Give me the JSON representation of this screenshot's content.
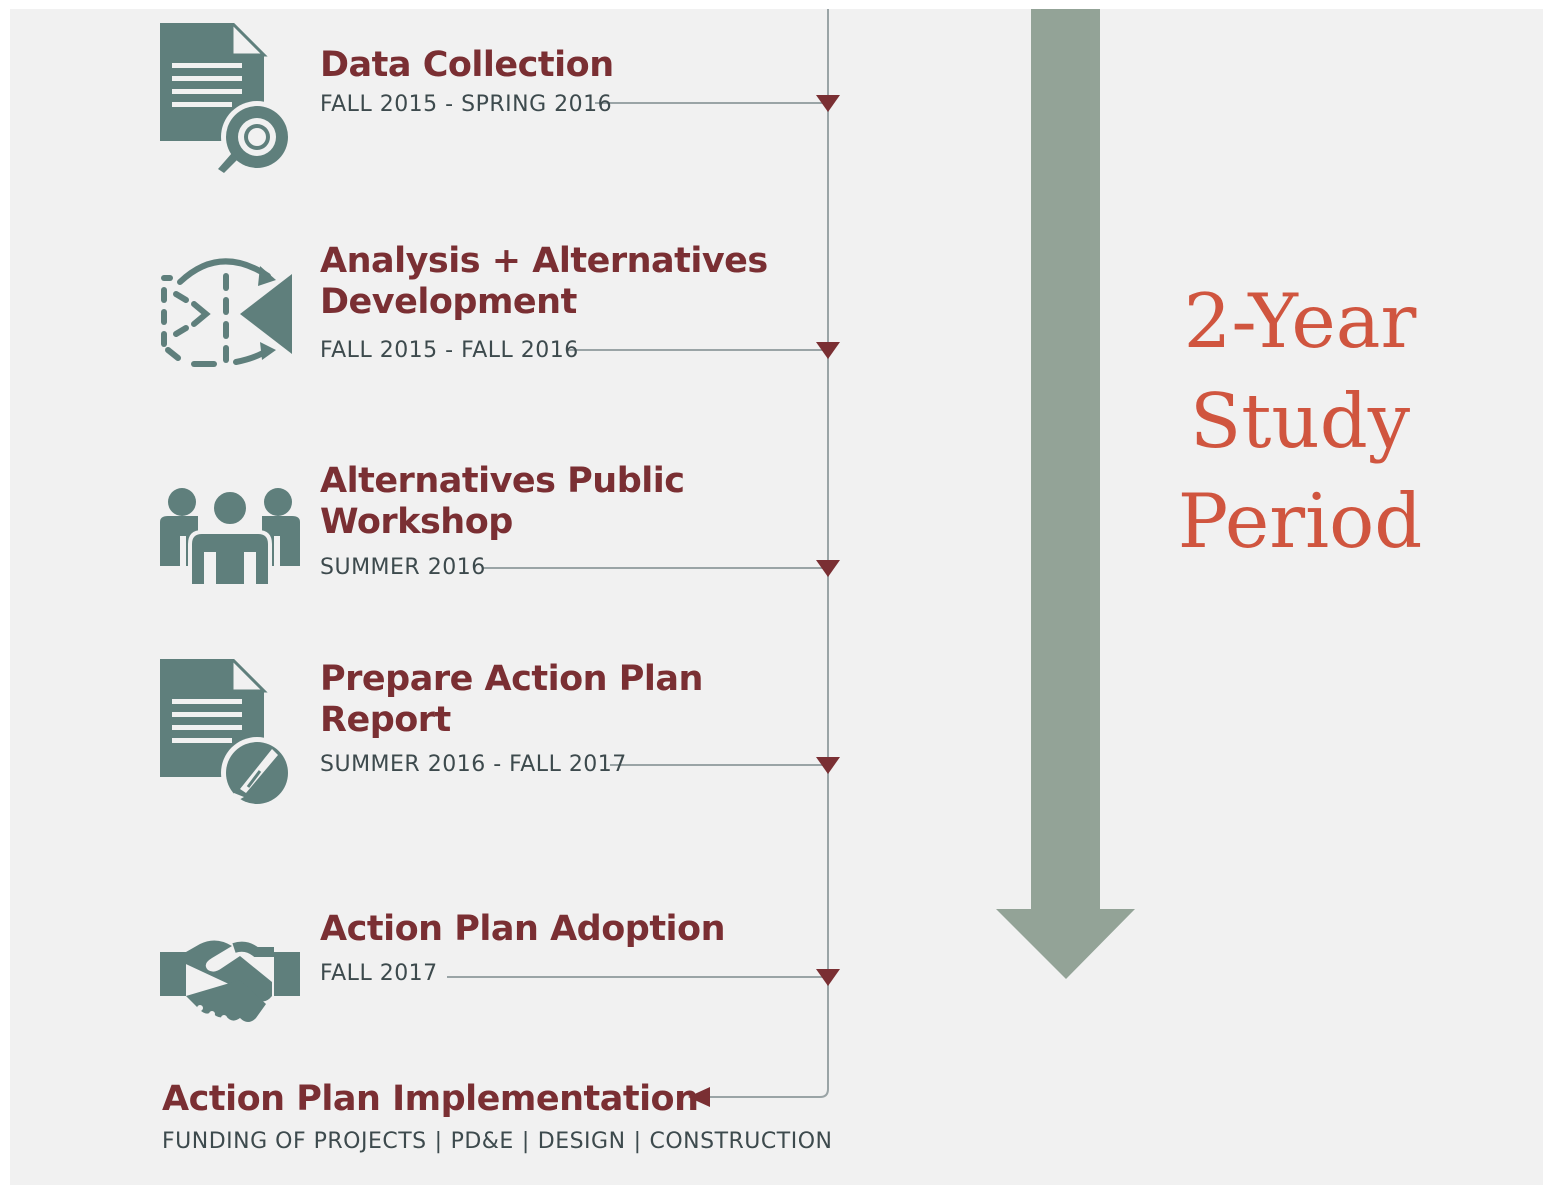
{
  "colors": {
    "title": "#7a2f33",
    "date": "#3d4a4d",
    "icon": "#5f7f7c",
    "timeline_line": "#9aa4a6",
    "marker": "#7a2f33",
    "big_arrow": "#93a397",
    "period_text": "#d0553f"
  },
  "steps": [
    {
      "title": "Data Collection",
      "date": "FALL 2015 - SPRING 2016",
      "icon": "document-search-icon"
    },
    {
      "title": "Analysis + Alternatives Development",
      "date": "FALL 2015 - FALL 2016",
      "icon": "flow-arrows-icon"
    },
    {
      "title": "Alternatives Public Workshop",
      "date": "SUMMER 2016",
      "icon": "people-group-icon"
    },
    {
      "title": "Prepare Action Plan Report",
      "date": "SUMMER 2016 - FALL 2017",
      "icon": "document-pen-icon"
    },
    {
      "title": "Action Plan Adoption",
      "date": "FALL 2017",
      "icon": "handshake-icon"
    }
  ],
  "implementation": {
    "title": "Action Plan Implementation",
    "items": [
      "FUNDING OF PROJECTS",
      "PD&E",
      "DESIGN",
      "CONSTRUCTION"
    ],
    "separator": "|"
  },
  "period": {
    "line1": "2-Year",
    "line2": "Study",
    "line3": "Period"
  }
}
